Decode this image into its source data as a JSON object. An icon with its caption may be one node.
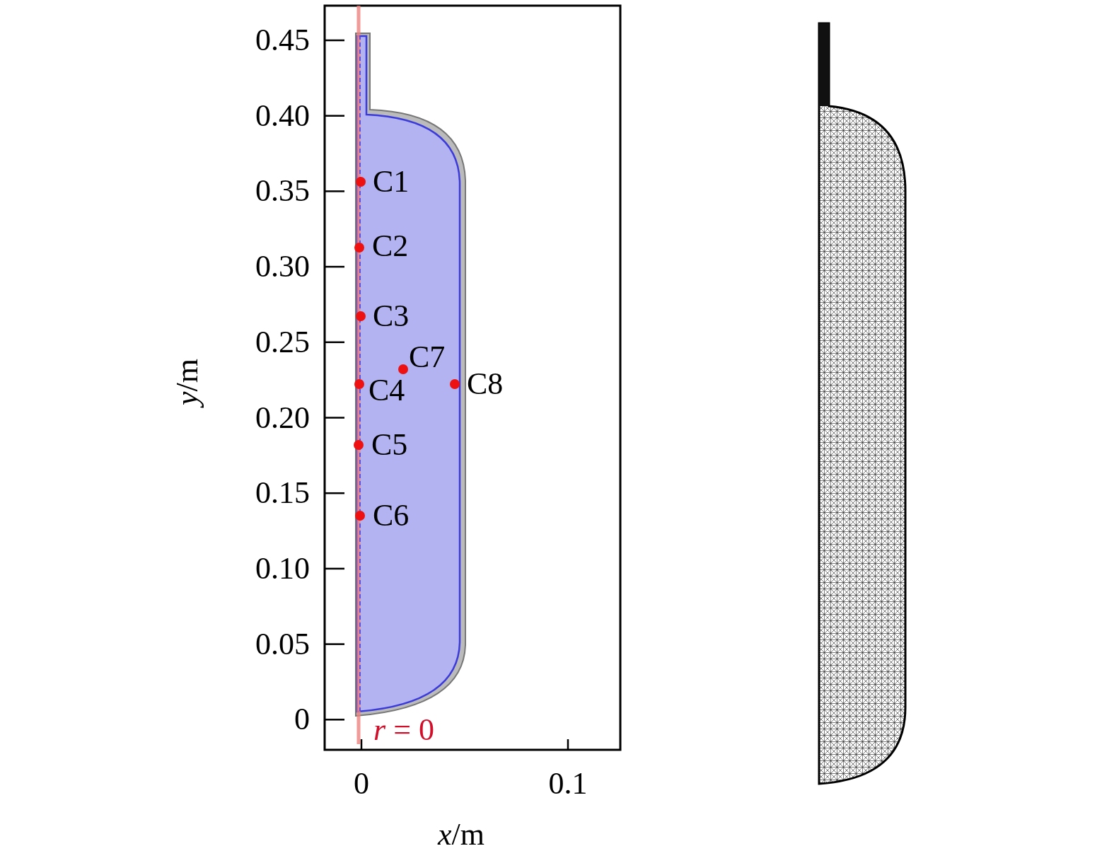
{
  "diagram": {
    "labels": [
      "0.45",
      "0.40",
      "0.35",
      "0.30",
      "0.25",
      "0.20",
      "0.15",
      "0.10",
      "0.05",
      "0",
      "*y*/m",
      "C1",
      "C2",
      "C3",
      "C4",
      "C5",
      "C6",
      "C7",
      "C8",
      "*r* = 0",
      "0",
      "0.1",
      "*x*/m"
    ]
  }
}
